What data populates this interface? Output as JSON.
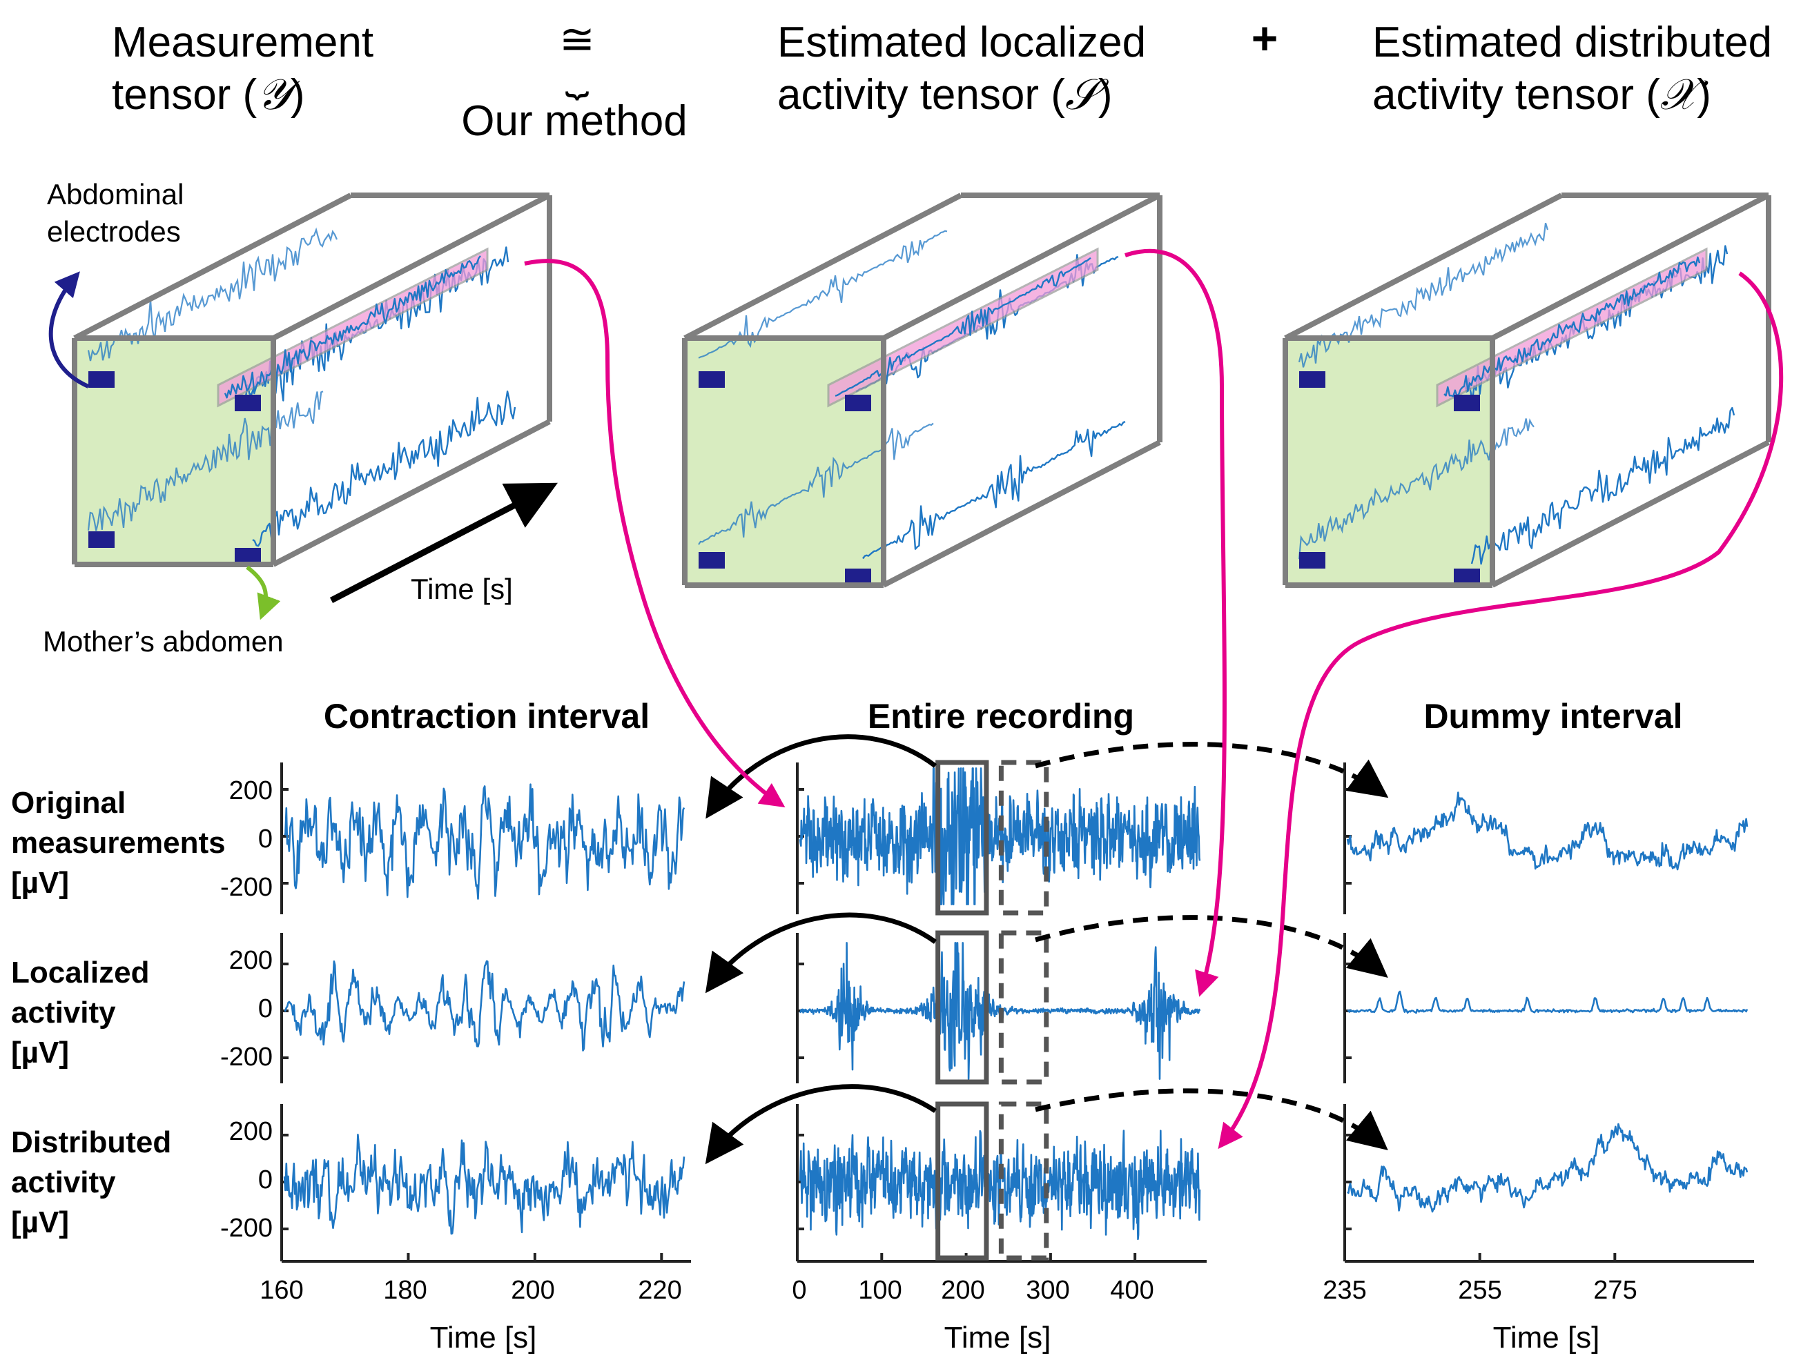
{
  "header": {
    "measurement": {
      "line1": "Measurement",
      "line2_prefix": "tensor (",
      "symbol": "𝒴",
      "line2_suffix": ")"
    },
    "approx": {
      "symbol": "≅",
      "brace": "⏟",
      "label": "Our method"
    },
    "localized": {
      "line1": "Estimated localized",
      "line2_prefix": "activity tensor (",
      "symbol": "𝒮",
      "line2_suffix": ")"
    },
    "plus": "+",
    "distributed": {
      "line1": "Estimated distributed",
      "line2_prefix": "activity tensor (",
      "symbol": "𝒳",
      "line2_suffix": ")"
    }
  },
  "annotations": {
    "abdominal_line1": "Abdominal",
    "abdominal_line2": "electrodes",
    "mothers_abdomen": "Mother’s abdomen",
    "time_arrow_label": "Time [s]"
  },
  "colors": {
    "signal": "#1f77c4",
    "magenta": "#e6008a",
    "box_edge": "#7f7f7f",
    "abdomen_face": "#d8ecc0",
    "electrode": "#1f1f8c",
    "highlight_bar": "#f29bd8"
  },
  "panels": {
    "contraction": {
      "title": "Contraction interval",
      "xticks": [
        "160",
        "180",
        "200",
        "220"
      ],
      "xlabel": "Time [s]"
    },
    "entire": {
      "title": "Entire recording",
      "xticks": [
        "0",
        "100",
        "200",
        "300",
        "400"
      ],
      "xlabel": "Time [s]"
    },
    "dummy": {
      "title": "Dummy interval",
      "xticks": [
        "235",
        "255",
        "275"
      ],
      "xlabel": "Time [s]"
    }
  },
  "rows": [
    {
      "label_lines": [
        "Original",
        "measurements",
        "[µV]"
      ],
      "yticks": [
        "200",
        "0",
        "-200"
      ]
    },
    {
      "label_lines": [
        "Localized",
        "activity",
        "[µV]"
      ],
      "yticks": [
        "200",
        "0",
        "-200"
      ]
    },
    {
      "label_lines": [
        "Distributed",
        "activity",
        "[µV]"
      ],
      "yticks": [
        "200",
        "0",
        "-200"
      ]
    }
  ],
  "chart_data": {
    "type": "line",
    "panels": [
      {
        "name": "Contraction interval",
        "x_range": [
          160,
          224
        ],
        "y_range": [
          -300,
          300
        ]
      },
      {
        "name": "Entire recording",
        "x_range": [
          0,
          480
        ],
        "y_range": [
          -300,
          300
        ],
        "highlighted_intervals": [
          {
            "style": "solid",
            "range": [
              160,
              224
            ]
          },
          {
            "style": "dashed",
            "range": [
              235,
              295
            ]
          }
        ]
      },
      {
        "name": "Dummy interval",
        "x_range": [
          235,
          295
        ],
        "y_range": [
          -300,
          300
        ]
      }
    ],
    "rows": [
      "Original measurements",
      "Localized activity",
      "Distributed activity"
    ],
    "ylabel_unit": "[µV]",
    "xlabel": "Time [s]"
  }
}
